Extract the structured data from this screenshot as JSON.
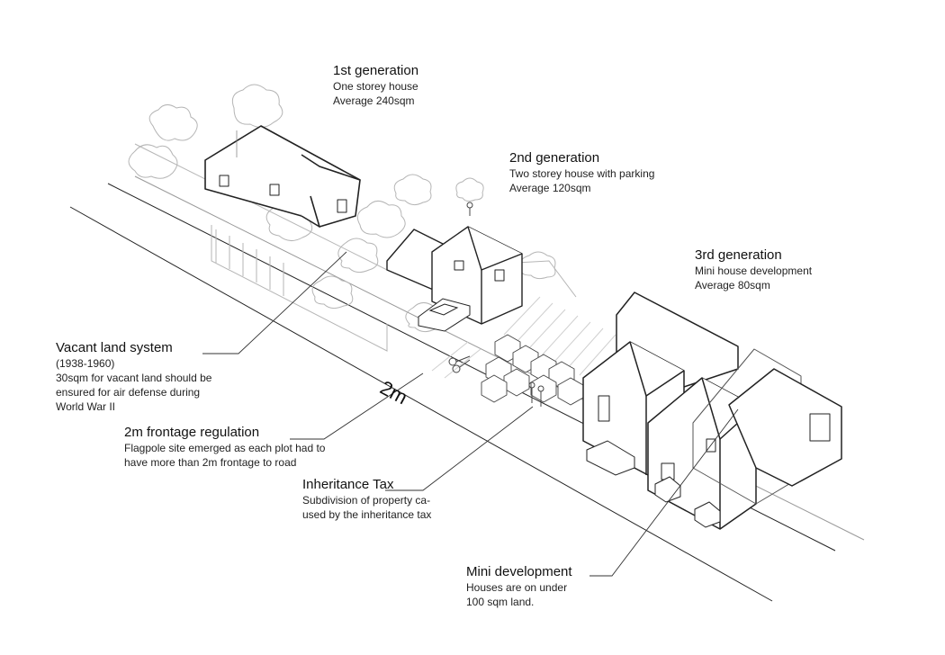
{
  "road_label": "2m",
  "annotations": {
    "first_generation": {
      "title": "1st generation",
      "lines": [
        "One storey house",
        "Average 240sqm"
      ]
    },
    "second_generation": {
      "title": "2nd generation",
      "lines": [
        "Two storey house with parking",
        "Average 120sqm"
      ]
    },
    "third_generation": {
      "title": "3rd generation",
      "lines": [
        "Mini house development",
        "Average 80sqm"
      ]
    },
    "vacant_land": {
      "title": "Vacant land system",
      "lines": [
        "(1938-1960)",
        "30sqm for vacant land should be",
        "ensured for air defense during",
        "World War II"
      ]
    },
    "frontage": {
      "title": "2m frontage regulation",
      "lines": [
        "Flagpole site emerged as each plot had to",
        "have more than 2m frontage to road"
      ]
    },
    "inheritance": {
      "title": "Inheritance Tax",
      "lines": [
        "Subdivision of property ca-",
        "used by the inheritance tax"
      ]
    },
    "mini_dev": {
      "title": "Mini development",
      "lines": [
        "Houses are on  under",
        "100 sqm land."
      ]
    }
  },
  "colors": {
    "line": "#222222",
    "faint": "#b5b5b5",
    "hatch": "#cfcfcf"
  }
}
